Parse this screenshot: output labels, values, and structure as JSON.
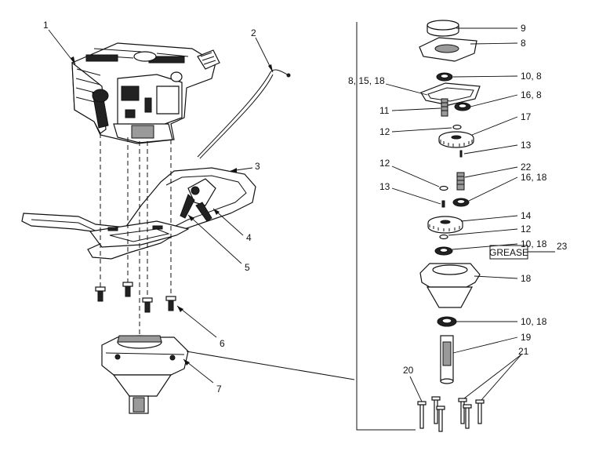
{
  "callouts": {
    "c1": "1",
    "c2": "2",
    "c3": "3",
    "c4": "4",
    "c5": "5",
    "c6": "6",
    "c7": "7",
    "c9": "9",
    "c8": "8",
    "c10_8a": "10, 8",
    "c8_15_18": "8, 15, 18",
    "c16_8": "16, 8",
    "c11": "11",
    "c17": "17",
    "c12a": "12",
    "c13a": "13",
    "c12b": "12",
    "c22": "22",
    "c16_18": "16, 18",
    "c13b": "13",
    "c14": "14",
    "c12c": "12",
    "c10_18a": "10, 18",
    "c23": "23",
    "c18": "18",
    "c10_18b": "10, 18",
    "c19": "19",
    "c20": "20",
    "c21": "21"
  },
  "grease_label": "GREASE"
}
